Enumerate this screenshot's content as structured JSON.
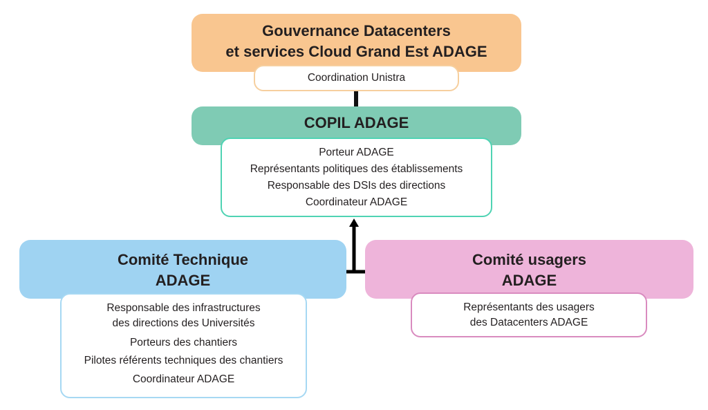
{
  "colors": {
    "governance": "#f9c690",
    "copil": "#7fcbb4",
    "technique": "#9fd3f2",
    "usagers": "#eeb4da"
  },
  "governance": {
    "title_lines": [
      "Gouvernance Datacenters",
      "et services Cloud Grand Est ADAGE"
    ],
    "members": [
      "Coordination Unistra"
    ]
  },
  "copil": {
    "title": "COPIL ADAGE",
    "members": [
      "Porteur ADAGE",
      "Représentants politiques des établissements",
      "Responsable des DSIs des directions",
      "Coordinateur ADAGE"
    ]
  },
  "technique": {
    "title_lines": [
      "Comité Technique",
      "ADAGE"
    ],
    "members": [
      "Responsable des infrastructures",
      "des directions des Universités",
      "Porteurs des chantiers",
      "Pilotes référents techniques des chantiers",
      "Coordinateur ADAGE"
    ]
  },
  "usagers": {
    "title_lines": [
      "Comité usagers",
      "ADAGE"
    ],
    "members": [
      "Représentants des usagers",
      "des Datacenters ADAGE"
    ]
  }
}
